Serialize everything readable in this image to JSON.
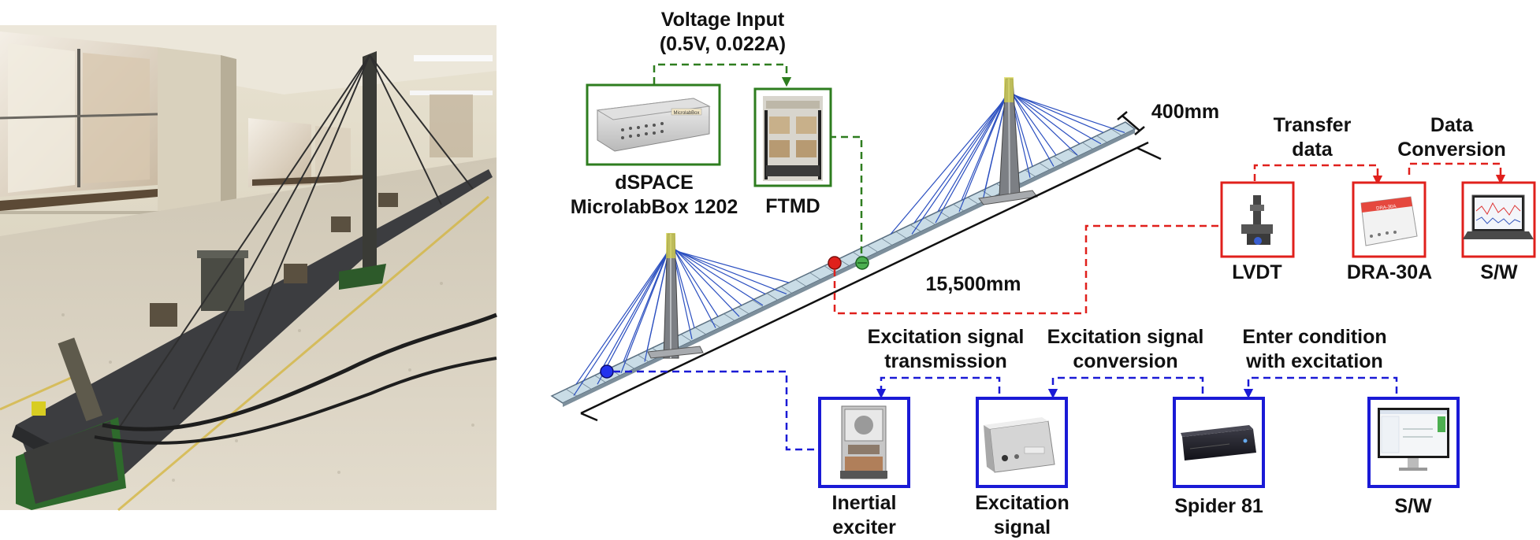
{
  "colors": {
    "green": "#2e7d1f",
    "red": "#e0201c",
    "blue": "#1a1ad6",
    "cable": "#2b4fc0",
    "deck": "#c9dce6"
  },
  "labels": {
    "voltage_input_line1": "Voltage Input",
    "voltage_input_line2": "(0.5V, 0.022A)",
    "dspace_line1": "dSPACE",
    "dspace_line2": "MicrolabBox 1202",
    "ftmd": "FTMD",
    "width_dim": "400mm",
    "length_dim": "15,500mm",
    "transfer_line1": "Transfer",
    "transfer_line2": "data",
    "conversion_line1": "Data",
    "conversion_line2": "Conversion",
    "lvdt": "LVDT",
    "dra": "DRA-30A",
    "sw_top": "S/W",
    "exc_tx_line1": "Excitation signal",
    "exc_tx_line2": "transmission",
    "exc_conv_line1": "Excitation signal",
    "exc_conv_line2": "conversion",
    "enter_line1": "Enter condition",
    "enter_line2": "with excitation",
    "inertial_line1": "Inertial",
    "inertial_line2": "exciter",
    "exc_signal_line1": "Excitation",
    "exc_signal_line2": "signal",
    "spider": "Spider 81",
    "sw_bottom": "S/W"
  },
  "device_logos": {
    "dspace_box": "MicrolabBox",
    "dra_box": "DRA-30A"
  }
}
